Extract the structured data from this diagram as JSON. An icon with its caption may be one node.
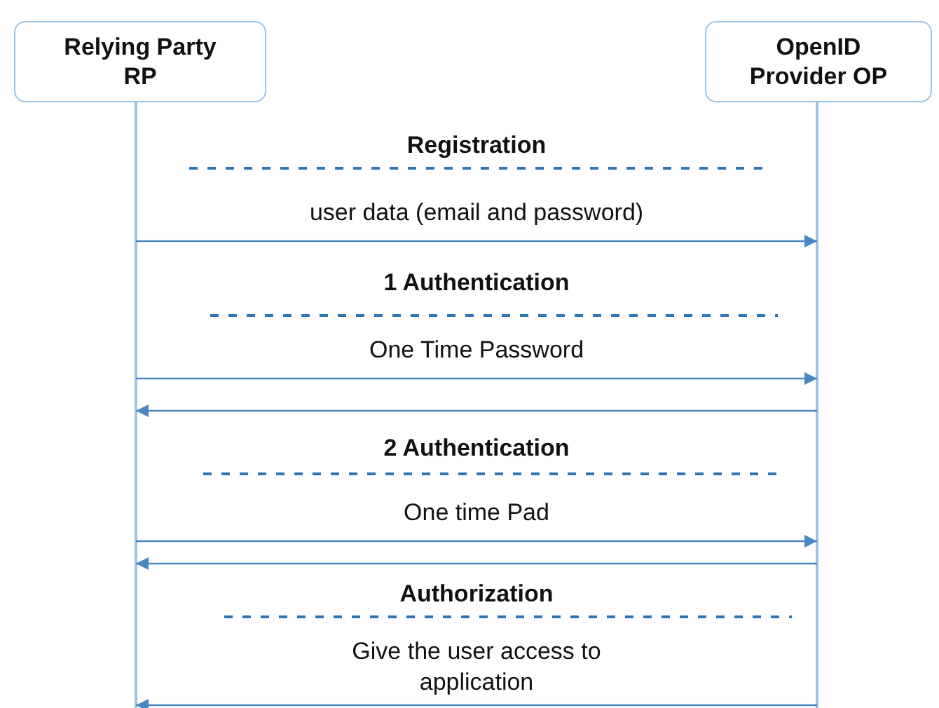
{
  "diagram": {
    "nodes": [
      {
        "text": [
          "Relying Party RP"
        ]
      },
      {
        "text": [
          "OpenID Provider OP"
        ]
      }
    ],
    "edges": [
      {
        "from": 0,
        "to": 1,
        "arrow": "to",
        "label": "user data (email and password)"
      },
      {
        "from": 0,
        "to": 1,
        "arrow": "to",
        "label": "One Time Password"
      },
      {
        "from": 1,
        "to": 0,
        "arrow": "to"
      },
      {
        "from": 0,
        "to": 1,
        "arrow": "to",
        "label": "One time Pad"
      },
      {
        "from": 1,
        "to": 0,
        "arrow": "to"
      },
      {
        "from": 1,
        "to": 0,
        "arrow": "to",
        "label": "Give the user access to application"
      }
    ],
    "labels": [
      "Registration",
      "1 Authentication",
      "2 Authentication",
      "Authorization"
    ]
  }
}
